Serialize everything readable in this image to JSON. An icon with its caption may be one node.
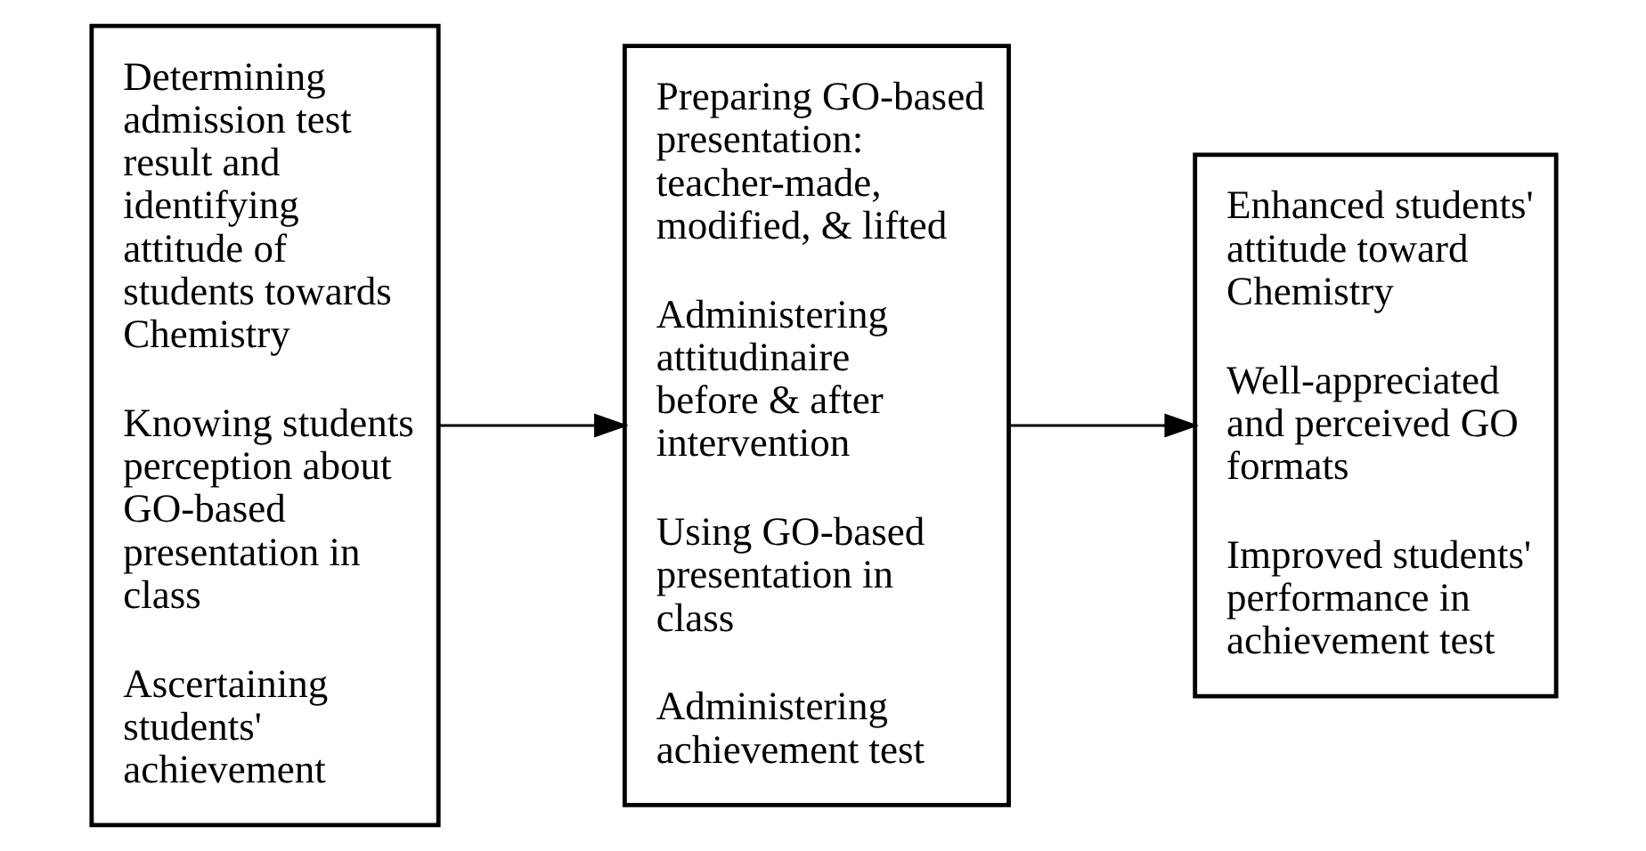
{
  "diagram": {
    "nodes": [
      {
        "text": [
          "Determining admission test result and identifying attitude of students towards Chemistry",
          "Knowing students perception about GO-based presentation in class",
          "Ascertaining students' achievement"
        ]
      },
      {
        "text": [
          "Preparing GO-based presentation: teacher-made, modified, & lifted",
          "Administering attitudinaire before & after intervention",
          "Using GO-based presentation in class",
          "Administering achievement test"
        ]
      },
      {
        "text": [
          "Enhanced students' attitude toward Chemistry",
          "Well-appreciated and perceived GO formats",
          "Improved students' performance in achievement test"
        ]
      }
    ],
    "edges": [
      {
        "from": 0,
        "to": 1,
        "arrow": "to"
      },
      {
        "from": 1,
        "to": 2,
        "arrow": "to"
      }
    ]
  }
}
